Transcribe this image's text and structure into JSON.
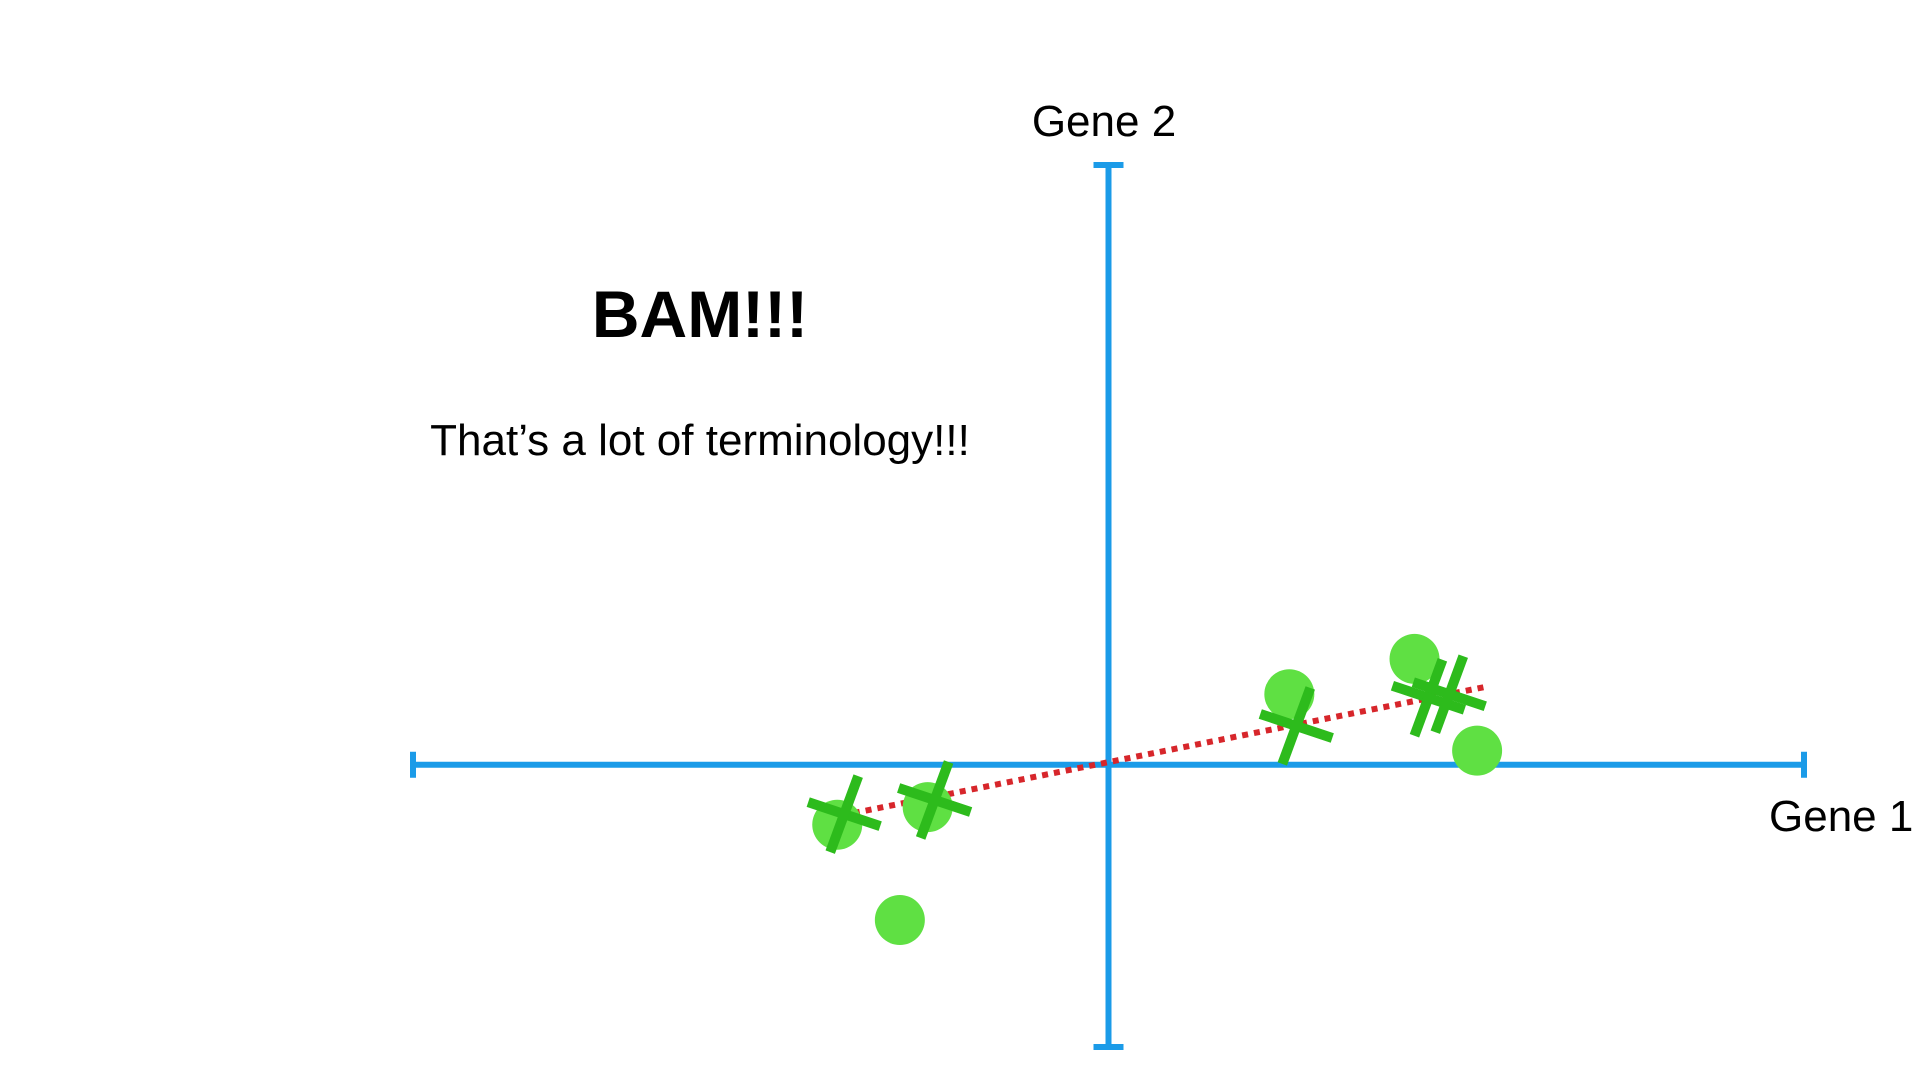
{
  "slide": {
    "title": "BAM!!!",
    "subtitle": "That’s a lot of terminology!!!"
  },
  "chart_data": {
    "type": "scatter",
    "xlabel": "Gene 1",
    "ylabel": "Gene 2",
    "xlim": [
      -10,
      10
    ],
    "ylim": [
      -8,
      17
    ],
    "data_points": [
      {
        "x": -3.9,
        "y": -1.7
      },
      {
        "x": -2.6,
        "y": -1.2
      },
      {
        "x": -3.0,
        "y": -4.4
      },
      {
        "x": 2.6,
        "y": 2.0
      },
      {
        "x": 4.4,
        "y": 3.0
      },
      {
        "x": 5.3,
        "y": 0.4
      }
    ],
    "projected_points": [
      {
        "x": -3.8,
        "y": -1.4
      },
      {
        "x": -2.5,
        "y": -1.0
      },
      {
        "x": 2.7,
        "y": 1.1
      },
      {
        "x": 4.6,
        "y": 1.9
      },
      {
        "x": 4.9,
        "y": 2.0
      }
    ],
    "best_fit_line": {
      "x": [
        -4.0,
        5.4
      ],
      "y": [
        -1.5,
        2.2
      ]
    },
    "colors": {
      "axes": "#1b9be8",
      "point": "#5fe043",
      "projection": "#2dbb1c",
      "line": "#d7262b"
    }
  }
}
